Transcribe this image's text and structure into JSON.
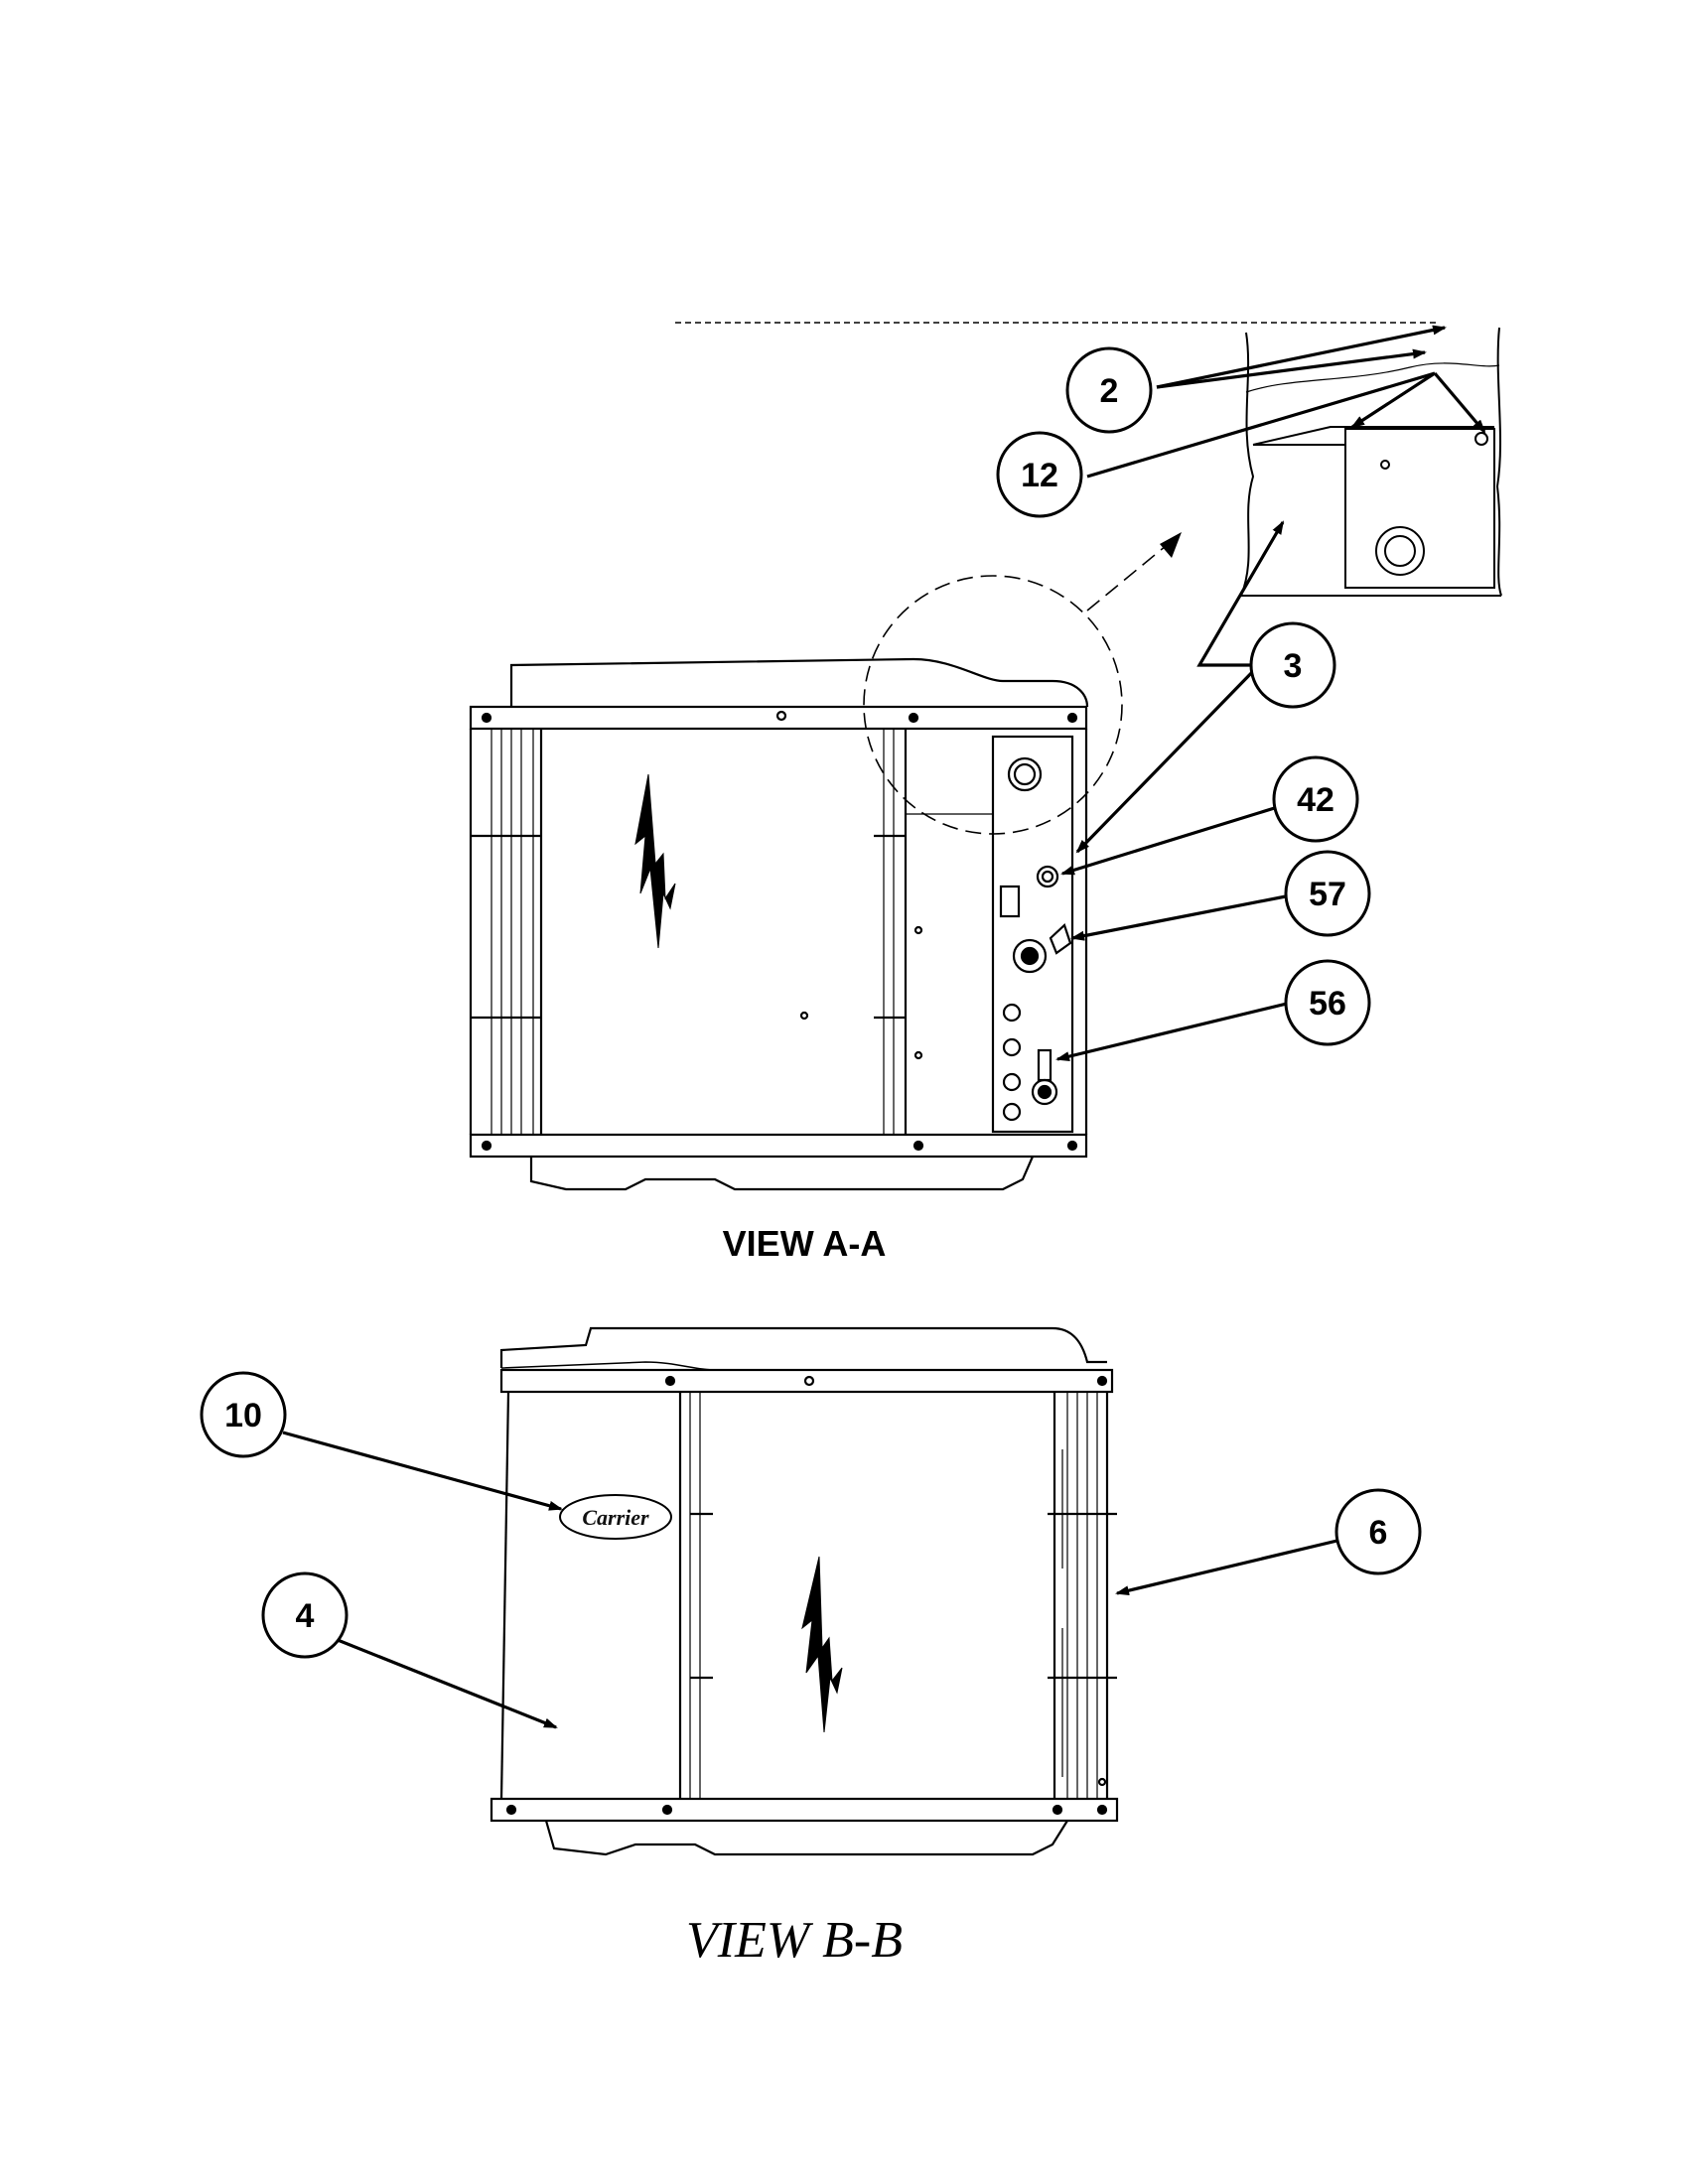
{
  "views": {
    "a_label": "VIEW A-A",
    "b_label": "VIEW B-B"
  },
  "callouts": {
    "c2": "2",
    "c12": "12",
    "c3": "3",
    "c42": "42",
    "c57": "57",
    "c56": "56",
    "c10": "10",
    "c4": "4",
    "c6": "6"
  },
  "logo": {
    "text": "Carrier"
  },
  "colors": {
    "line": "#000000",
    "background": "#ffffff"
  }
}
